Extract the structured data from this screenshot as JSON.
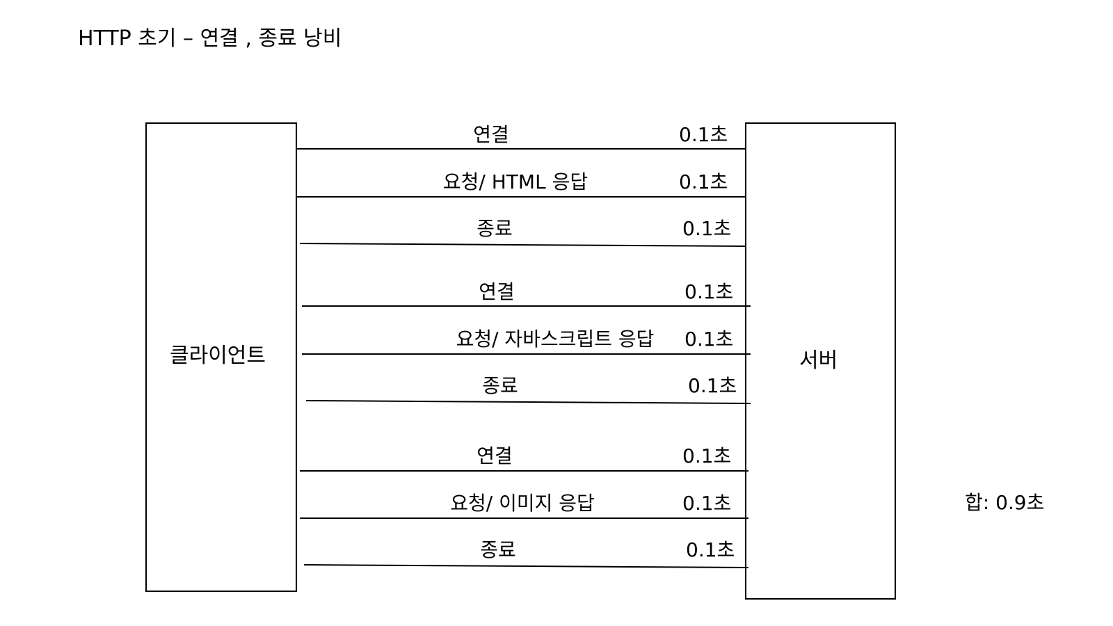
{
  "title": "HTTP 초기 – 연결 , 종료 낭비",
  "client_label": "클라이언트",
  "server_label": "서버",
  "messages": [
    {
      "label": "연결",
      "time": "0.1초"
    },
    {
      "label": "요청/ HTML 응답",
      "time": "0.1초"
    },
    {
      "label": "종료",
      "time": "0.1초"
    },
    {
      "label": "연결",
      "time": "0.1초"
    },
    {
      "label": "요청/ 자바스크립트 응답",
      "time": "0.1초"
    },
    {
      "label": "종료",
      "time": "0.1초"
    },
    {
      "label": "연결",
      "time": "0.1초"
    },
    {
      "label": "요청/ 이미지 응답",
      "time": "0.1초"
    },
    {
      "label": "종료",
      "time": "0.1초"
    }
  ],
  "total": "합: 0.9초"
}
